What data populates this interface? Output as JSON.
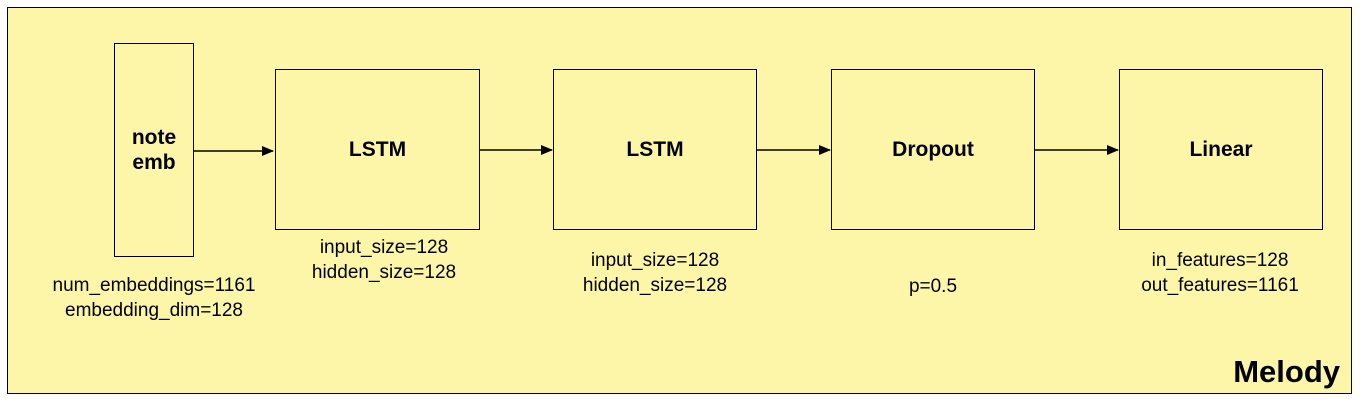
{
  "title": "Melody",
  "colors": {
    "background": "#fdf6a8",
    "stroke": "#000000"
  },
  "nodes": [
    {
      "id": "note-emb",
      "label": "note\nemb",
      "params": [
        "num_embeddings=1161",
        "embedding_dim=128"
      ]
    },
    {
      "id": "lstm-1",
      "label": "LSTM",
      "params": [
        "input_size=128",
        "hidden_size=128"
      ]
    },
    {
      "id": "lstm-2",
      "label": "LSTM",
      "params": [
        "input_size=128",
        "hidden_size=128"
      ]
    },
    {
      "id": "dropout",
      "label": "Dropout",
      "params": [
        "p=0.5"
      ]
    },
    {
      "id": "linear",
      "label": "Linear",
      "params": [
        "in_features=128",
        "out_features=1161"
      ]
    }
  ],
  "edges": [
    {
      "from": "note-emb",
      "to": "lstm-1"
    },
    {
      "from": "lstm-1",
      "to": "lstm-2"
    },
    {
      "from": "lstm-2",
      "to": "dropout"
    },
    {
      "from": "dropout",
      "to": "linear"
    }
  ]
}
